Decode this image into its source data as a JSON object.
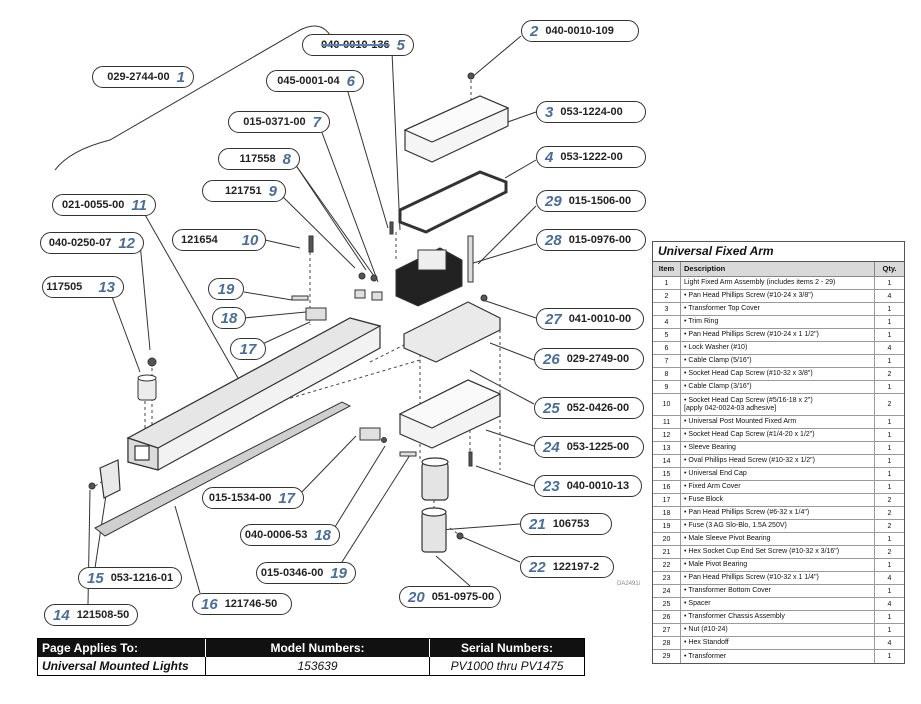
{
  "callouts": [
    {
      "num": "1",
      "part": "029-2744-00"
    },
    {
      "num": "2",
      "part": "040-0010-109"
    },
    {
      "num": "3",
      "part": "053-1224-00"
    },
    {
      "num": "4",
      "part": "053-1222-00"
    },
    {
      "num": "5",
      "part": "040-0010-136"
    },
    {
      "num": "6",
      "part": "045-0001-04"
    },
    {
      "num": "7",
      "part": "015-0371-00"
    },
    {
      "num": "8",
      "part": "117558"
    },
    {
      "num": "9",
      "part": "121751"
    },
    {
      "num": "10",
      "part": "121654"
    },
    {
      "num": "11",
      "part": "021-0055-00"
    },
    {
      "num": "12",
      "part": "040-0250-07"
    },
    {
      "num": "13",
      "part": "117505"
    },
    {
      "num": "14",
      "part": "121508-50"
    },
    {
      "num": "15",
      "part": "053-1216-01"
    },
    {
      "num": "16",
      "part": "121746-50"
    },
    {
      "num": "17",
      "part": ""
    },
    {
      "num": "17",
      "part": "015-1534-00"
    },
    {
      "num": "18",
      "part": ""
    },
    {
      "num": "18",
      "part": "040-0006-53"
    },
    {
      "num": "19",
      "part": ""
    },
    {
      "num": "19",
      "part": "015-0346-00"
    },
    {
      "num": "20",
      "part": "051-0975-00"
    },
    {
      "num": "21",
      "part": "106753"
    },
    {
      "num": "22",
      "part": "122197-2"
    },
    {
      "num": "23",
      "part": "040-0010-13"
    },
    {
      "num": "24",
      "part": "053-1225-00"
    },
    {
      "num": "25",
      "part": "052-0426-00"
    },
    {
      "num": "26",
      "part": "029-2749-00"
    },
    {
      "num": "27",
      "part": "041-0010-00"
    },
    {
      "num": "28",
      "part": "015-0976-00"
    },
    {
      "num": "29",
      "part": "015-1506-00"
    }
  ],
  "drawing_code": "DA2491i",
  "parts_table": {
    "title": "Universal Fixed Arm",
    "headers": {
      "item": "Item",
      "description": "Description",
      "qty": "Qty."
    },
    "rows": [
      {
        "item": "1",
        "desc": "Light Fixed Arm Assembly (includes items 2 - 29)",
        "qty": "1"
      },
      {
        "item": "2",
        "desc": "• Pan Head Phillips Screw (#10-24 x 3/8\")",
        "qty": "4"
      },
      {
        "item": "3",
        "desc": "• Transformer Top Cover",
        "qty": "1"
      },
      {
        "item": "4",
        "desc": "• Trim Ring",
        "qty": "1"
      },
      {
        "item": "5",
        "desc": "• Pan Head Phillips Screw (#10-24 x 1 1/2\")",
        "qty": "1"
      },
      {
        "item": "6",
        "desc": "• Lock Washer (#10)",
        "qty": "4"
      },
      {
        "item": "7",
        "desc": "• Cable Clamp (5/16\")",
        "qty": "1"
      },
      {
        "item": "8",
        "desc": "• Socket Head Cap Screw (#10-32 x 3/8\")",
        "qty": "2"
      },
      {
        "item": "9",
        "desc": "• Cable Clamp (3/16\")",
        "qty": "1"
      },
      {
        "item": "10",
        "desc": "• Socket Head Cap Screw (#5/16-18 x 2\")\n[apply 042-0024-03 adhesive]",
        "qty": "2"
      },
      {
        "item": "11",
        "desc": "• Universal Post Mounted Fixed Arm",
        "qty": "1"
      },
      {
        "item": "12",
        "desc": "• Socket Head Cap Screw (#1/4-20 x 1/2\")",
        "qty": "1"
      },
      {
        "item": "13",
        "desc": "• Sleeve Bearing",
        "qty": "1"
      },
      {
        "item": "14",
        "desc": "• Oval Phillips Head Screw (#10-32 x 1/2\")",
        "qty": "1"
      },
      {
        "item": "15",
        "desc": "• Universal End Cap",
        "qty": "1"
      },
      {
        "item": "16",
        "desc": "• Fixed Arm Cover",
        "qty": "1"
      },
      {
        "item": "17",
        "desc": "• Fuse Block",
        "qty": "2"
      },
      {
        "item": "18",
        "desc": "• Pan Head Phillips Screw (#6-32 x 1/4\")",
        "qty": "2"
      },
      {
        "item": "19",
        "desc": "• Fuse (3 AG Slo-Blo, 1.5A 250V)",
        "qty": "2"
      },
      {
        "item": "20",
        "desc": "• Male Sleeve Pivot Bearing",
        "qty": "1"
      },
      {
        "item": "21",
        "desc": "• Hex Socket Cup End Set Screw (#10-32 x 3/16\")",
        "qty": "2"
      },
      {
        "item": "22",
        "desc": "• Male Pivot Bearing",
        "qty": "1"
      },
      {
        "item": "23",
        "desc": "• Pan Head Phillips Screw (#10-32 x 1 1/4\")",
        "qty": "4"
      },
      {
        "item": "24",
        "desc": "• Transformer Bottom Cover",
        "qty": "1"
      },
      {
        "item": "25",
        "desc": "• Spacer",
        "qty": "4"
      },
      {
        "item": "26",
        "desc": "• Transformer Chassis Assembly",
        "qty": "1"
      },
      {
        "item": "27",
        "desc": "• Nut (#10-24)",
        "qty": "1"
      },
      {
        "item": "28",
        "desc": "• Hex Standoff",
        "qty": "4"
      },
      {
        "item": "29",
        "desc": "• Transformer",
        "qty": "1"
      }
    ]
  },
  "applies": {
    "headers": {
      "page": "Page Applies To:",
      "model": "Model Numbers:",
      "serial": "Serial Numbers:"
    },
    "values": {
      "page": "Universal Mounted Lights",
      "model": "153639",
      "serial": "PV1000 thru PV1475"
    }
  }
}
